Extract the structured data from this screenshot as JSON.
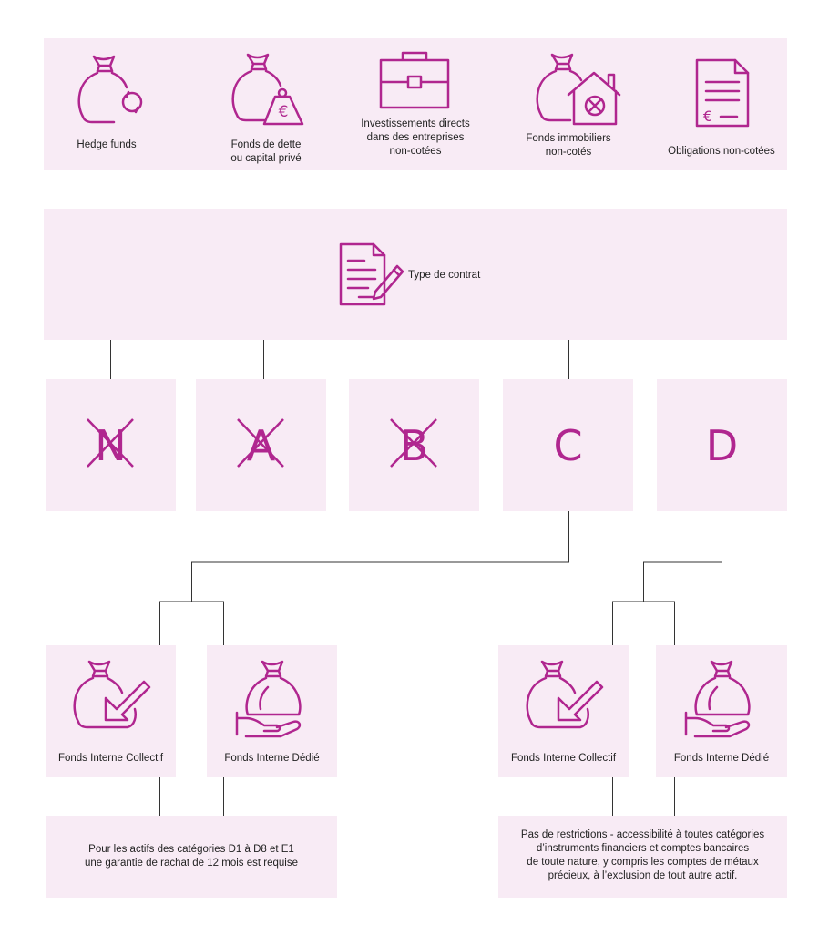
{
  "top_row": {
    "hedge_funds": "Hedge funds",
    "private_debt": "Fonds de dette\nou capital privé",
    "direct_investments": "Investissements directs\ndans des entreprises\nnon-cotées",
    "real_estate": "Fonds immobiliers\nnon-cotés",
    "bonds": "Obligations non-cotées"
  },
  "contract": {
    "label": "Type de contrat"
  },
  "contract_types": [
    {
      "letter": "N",
      "excluded": true
    },
    {
      "letter": "A",
      "excluded": true
    },
    {
      "letter": "B",
      "excluded": true
    },
    {
      "letter": "C",
      "excluded": false
    },
    {
      "letter": "D",
      "excluded": false
    }
  ],
  "funds": {
    "c_collective": "Fonds Interne Collectif",
    "c_dedicated": "Fonds Interne Dédié",
    "d_collective": "Fonds Interne Collectif",
    "d_dedicated": "Fonds Interne Dédié"
  },
  "notes": {
    "left": "Pour les actifs des catégories D1 à D8 et E1\nune garantie de rachat de 12 mois est requise",
    "right": "Pas de restrictions -  accessibilité à toutes catégories\nd’instruments financiers et comptes bancaires\nde toute nature, y compris les comptes de métaux\nprécieux, à l’exclusion de tout autre actif."
  },
  "colors": {
    "accent": "#b0268f",
    "box": "#f8ebf5",
    "line": "#333333"
  },
  "icons": [
    "money-bag-refresh-icon",
    "money-bag-euro-weight-icon",
    "briefcase-icon",
    "money-bag-house-icon",
    "euro-document-icon",
    "contract-pen-icon",
    "money-bag-arrow-icon",
    "money-bag-hand-icon"
  ]
}
